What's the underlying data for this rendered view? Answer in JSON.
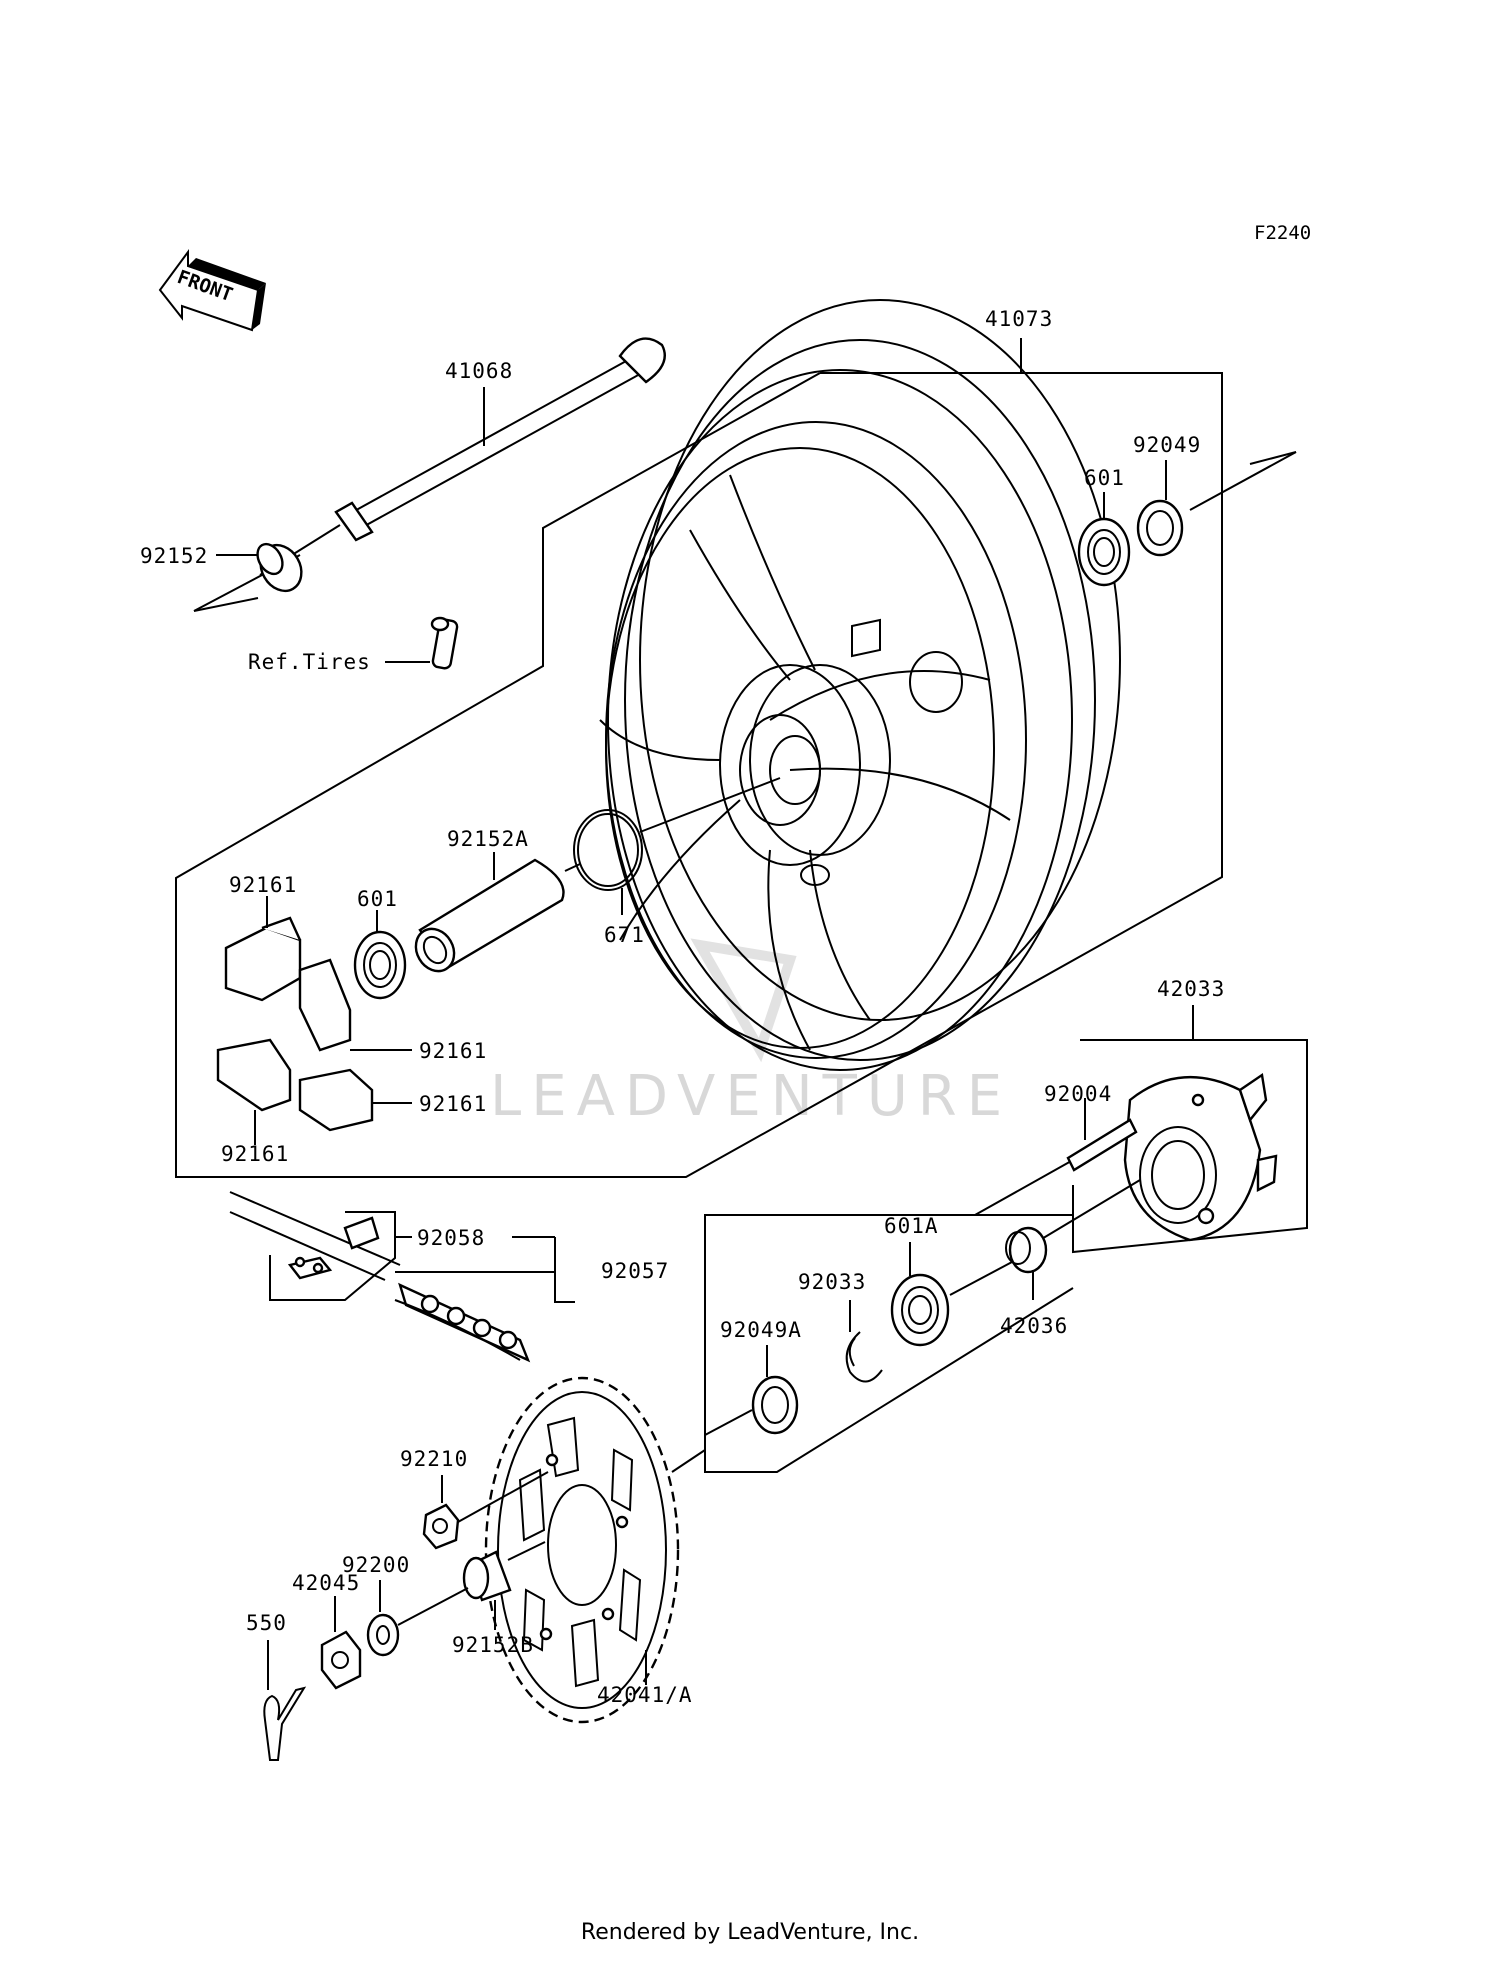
{
  "figure_code": "F2240",
  "front_label": "FRONT",
  "watermark": "LEADVENTURE",
  "footer": "Rendered by LeadVenture, Inc.",
  "parts": {
    "p41073": "41073",
    "p41068": "41068",
    "p92152": "92152",
    "ref_tires": "Ref.Tires",
    "p601_top": "601",
    "p92049": "92049",
    "p92152A": "92152A",
    "p92161_a": "92161",
    "p601_left": "601",
    "p671": "671",
    "p92161_b": "92161",
    "p92161_c": "92161",
    "p92161_d": "92161",
    "p42033": "42033",
    "p92004": "92004",
    "p92058": "92058",
    "p92057": "92057",
    "p601A": "601A",
    "p92033": "92033",
    "p92049A": "92049A",
    "p42036": "42036",
    "p92210": "92210",
    "p92200": "92200",
    "p42045": "42045",
    "p550": "550",
    "p92152B": "92152B",
    "p42041A": "42041/A"
  }
}
